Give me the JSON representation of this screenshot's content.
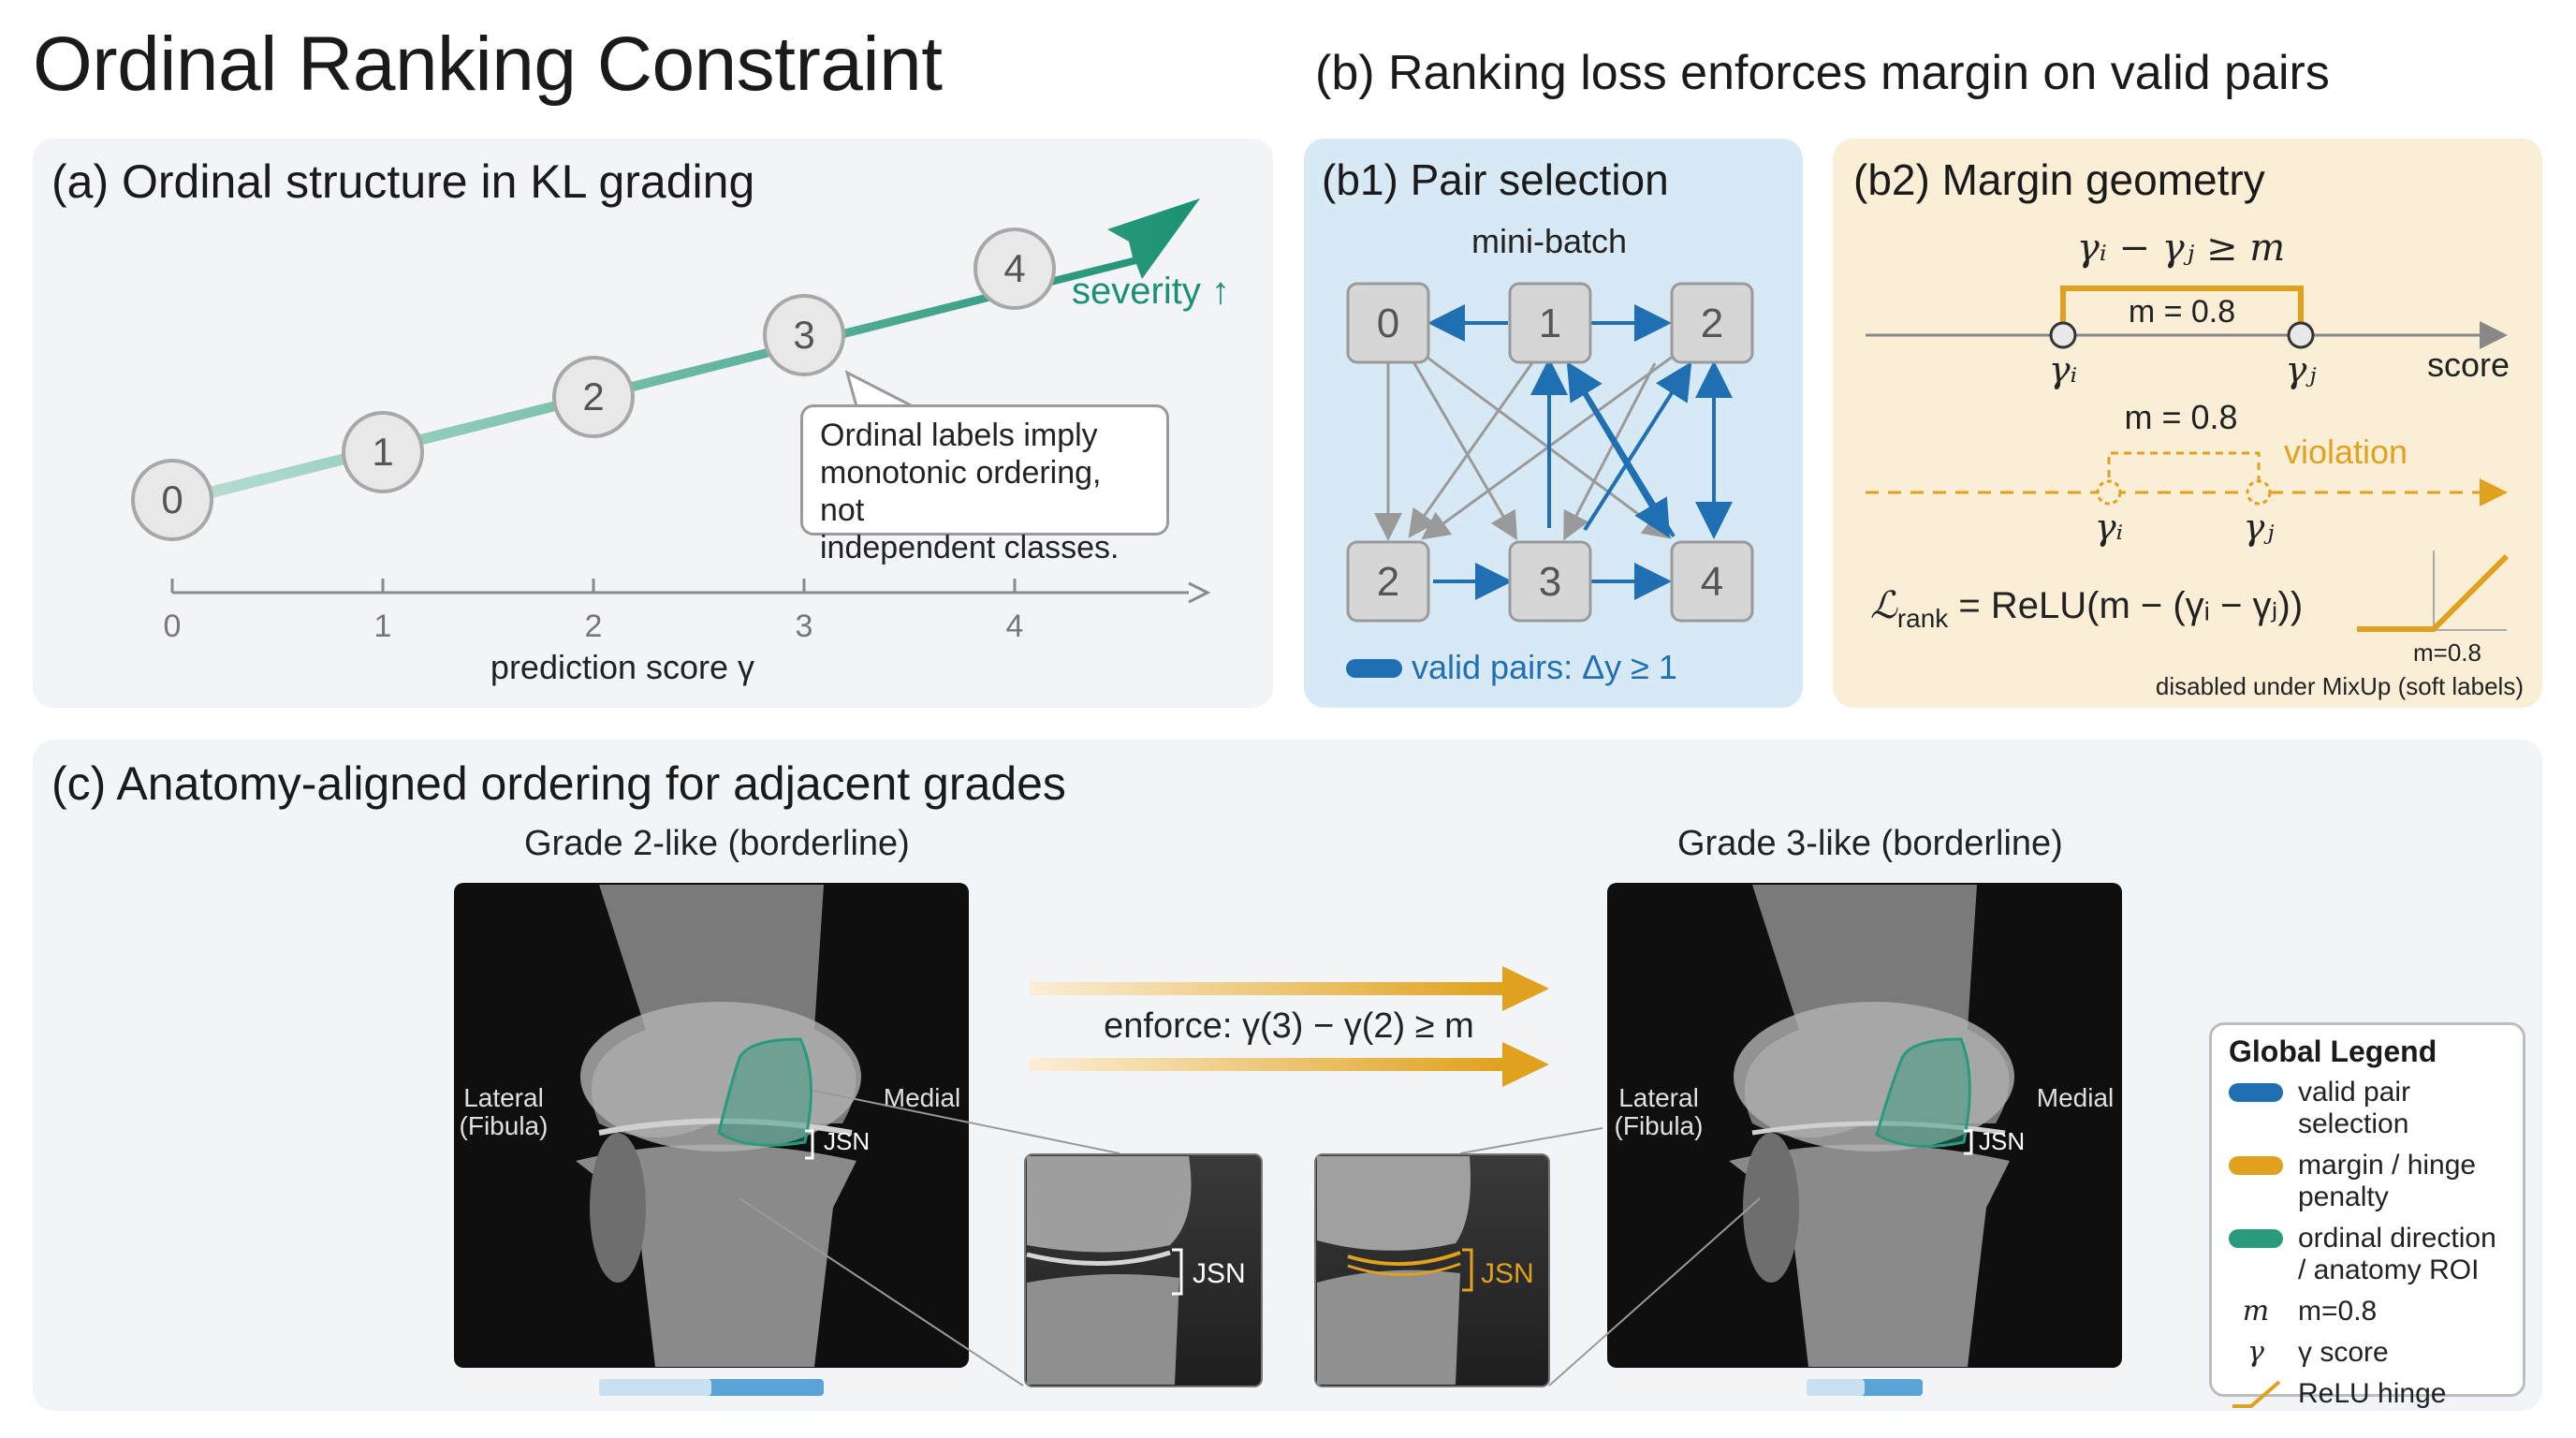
{
  "title": "Ordinal Ranking Constraint",
  "panel_b_title": "(b) Ranking loss enforces margin on valid pairs",
  "panel_a": {
    "title": "(a) Ordinal structure in KL grading",
    "nodes": [
      "0",
      "1",
      "2",
      "3",
      "4"
    ],
    "severity_label": "severity ↑",
    "callout_lines": [
      "Ordinal labels imply",
      "monotonic ordering, not",
      "independent classes."
    ],
    "ticks": [
      "0",
      "1",
      "2",
      "3",
      "4"
    ],
    "xlabel": "prediction score γ"
  },
  "panel_b1": {
    "title": "(b1) Pair selection",
    "subtitle": "mini-batch",
    "top_nodes": [
      "0",
      "1",
      "2"
    ],
    "bottom_nodes": [
      "2",
      "3",
      "4"
    ],
    "legend_text": "valid pairs: Δy ≥ 1"
  },
  "panel_b2": {
    "title": "(b2) Margin geometry",
    "inequality": "γᵢ − γⱼ ≥ m",
    "margin_top": "m = 0.8",
    "gi": "γᵢ",
    "gj": "γⱼ",
    "score": "score",
    "margin_mid": "m = 0.8",
    "violation": "violation",
    "loss_lhs": "ℒ",
    "loss_sub": "rank",
    "loss_rhs": " = ReLU(m − (γᵢ − γⱼ))",
    "hinge_label": "m=0.8",
    "note": "disabled under MixUp (soft labels)"
  },
  "panel_c": {
    "title": "(c) Anatomy-aligned ordering for adjacent grades",
    "left_caption": "Grade 2-like (borderline)",
    "right_caption": "Grade 3-like (borderline)",
    "lateral": "Lateral",
    "fibula": "(Fibula)",
    "medial": "Medial",
    "jsn": "JSN",
    "enforce": "enforce: γ(3) − γ(2) ≥ m"
  },
  "legend": {
    "title": "Global Legend",
    "items": [
      {
        "swatch": "#1f6fb2",
        "text": "valid pair selection"
      },
      {
        "swatch": "#e0a21e",
        "text": "margin / hinge penalty"
      },
      {
        "swatch": "#2a9a7c",
        "text": "ordinal direction / anatomy ROI"
      }
    ],
    "m_sym": "m",
    "m_text": "m=0.8",
    "g_sym": "γ",
    "g_text": "γ score",
    "relu_text": "ReLU hinge"
  },
  "colors": {
    "blue": "#1f6fb2",
    "orange": "#e0a21e",
    "teal": "#2a9a7c",
    "gray": "#8a8a8a"
  }
}
